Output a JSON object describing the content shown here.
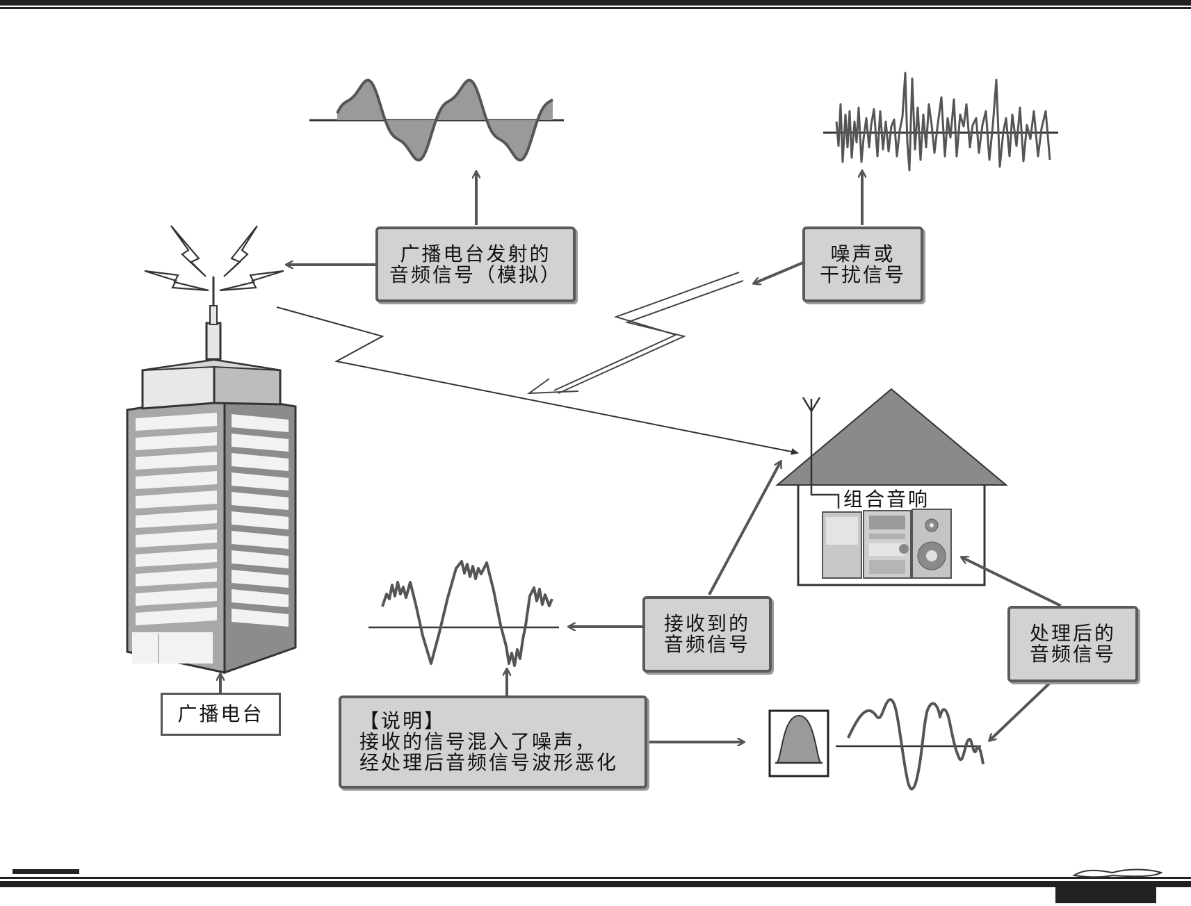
{
  "labels": {
    "station_signal": [
      "广播电台发射的",
      "音频信号（模拟）"
    ],
    "noise": [
      "噪声或",
      "干扰信号"
    ],
    "station": "广播电台",
    "stereo": "组合音响",
    "received": [
      "接收到的",
      "音频信号"
    ],
    "processed": [
      "处理后的",
      "音频信号"
    ],
    "note_title": "【说明】",
    "note_lines": [
      "接收的信号混入了噪声，",
      "经处理后音频信号波形恶化"
    ]
  },
  "colors": {
    "box_fill": "#d2d2d2",
    "box_border": "#5a5a5a",
    "wave_fill": "#9a9a9a",
    "line": "#555555"
  }
}
